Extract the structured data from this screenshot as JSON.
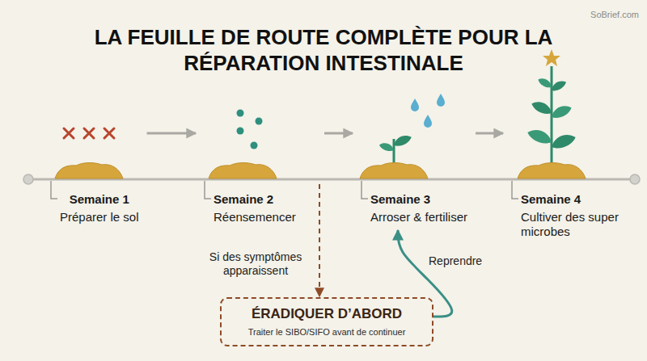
{
  "diagram": {
    "title": "LA FEUILLE DE ROUTE COMPLÈTE POUR LA RÉPARATION INTESTINALE",
    "nodes": [
      {
        "text": [
          "Semaine 1",
          "Préparer le sol"
        ]
      },
      {
        "text": [
          "Semaine 2",
          "Réensemencer"
        ]
      },
      {
        "text": [
          "Semaine 3",
          "Arroser & fertiliser"
        ]
      },
      {
        "text": [
          "Semaine 4",
          "Cultiver des super microbes"
        ]
      },
      {
        "text": [
          "ÉRADIQUER D’ABORD",
          "Traiter le SIBO/SIFO avant de continuer"
        ]
      }
    ],
    "edges": [
      {
        "from": 0,
        "to": 1,
        "arrow": "to"
      },
      {
        "from": 1,
        "to": 2,
        "arrow": "to"
      },
      {
        "from": 2,
        "to": 3,
        "arrow": "to"
      },
      {
        "from": 1,
        "to": 4,
        "label": "Si des symptômes apparaissent",
        "arrow": "to"
      },
      {
        "from": 4,
        "to": 2,
        "label": "Reprendre",
        "arrow": "to"
      }
    ],
    "labels": [
      "SoBrief.com"
    ]
  }
}
